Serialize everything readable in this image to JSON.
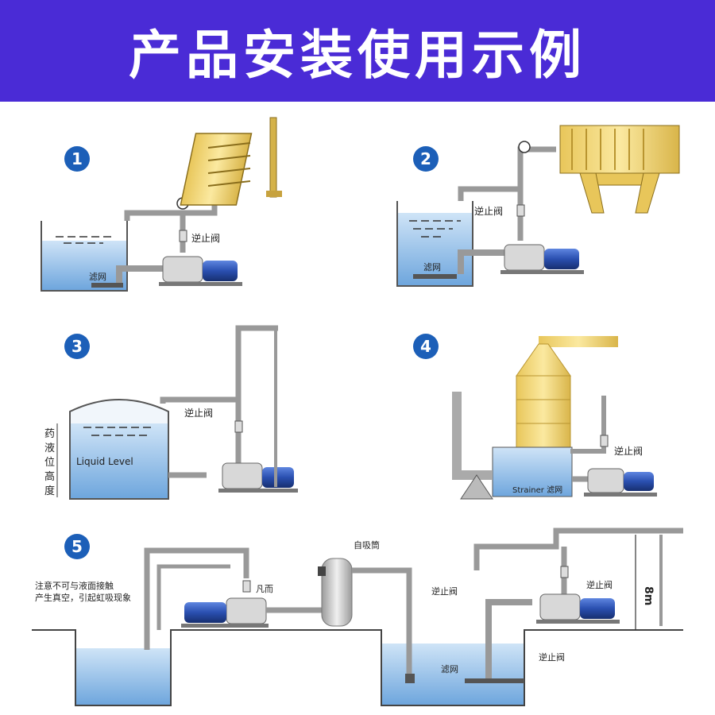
{
  "title": "产品安装使用示例",
  "panels": [
    {
      "number": "1",
      "labels": {
        "check_valve": "逆止阀",
        "strainer": "滤网"
      }
    },
    {
      "number": "2",
      "labels": {
        "check_valve": "逆止阀",
        "strainer": "滤网"
      }
    },
    {
      "number": "3",
      "labels": {
        "check_valve": "逆止阀",
        "liquid_level": "Liquid Level",
        "height_chars": [
          "药",
          "液",
          "位",
          "高",
          "度"
        ]
      }
    },
    {
      "number": "4",
      "labels": {
        "check_valve": "逆止阀",
        "strainer": "Strainer 滤网"
      }
    },
    {
      "number": "5",
      "labels": {
        "note_line1": "注意不可与液面接触",
        "note_line2": "产生真空，引起虹吸现象",
        "foot_valve": "凡而",
        "suction_tank": "自吸筒",
        "check_valve_a": "逆止阀",
        "check_valve_b": "逆止阀",
        "check_valve_c": "逆止阀",
        "strainer": "滤网",
        "height": "8m"
      }
    }
  ],
  "colors": {
    "banner": "#4a2bd6",
    "water": "#8fc0ea",
    "pipe": "#c9c9c9",
    "motor": "#2a4fb0",
    "equipment": "#f2d86a",
    "number_badge": "#1c5fb8"
  }
}
